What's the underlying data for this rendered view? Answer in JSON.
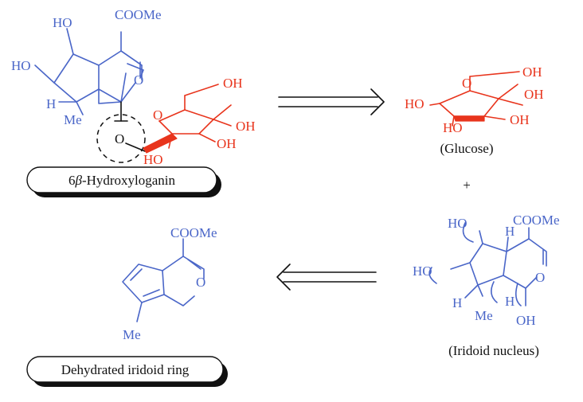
{
  "colors": {
    "iridoid": "#4a66c8",
    "glucose": "#e8341c",
    "ink": "#111111"
  },
  "hydroxyloganin": {
    "label_prefix": "6",
    "label_beta": "β",
    "label_suffix": "-Hydroxyloganin",
    "atoms": {
      "cooMe": "COOMe",
      "ho_top": "HO",
      "ho_left": "HO",
      "h": "H",
      "me": "Me",
      "o_ring": "O",
      "o_link": "O",
      "o_glc_ring": "O",
      "glc_oh_1": "OH",
      "glc_oh_2": "OH",
      "glc_oh_3": "OH",
      "glc_ho": "HO"
    }
  },
  "glucose": {
    "caption": "(Glucose)",
    "atoms": {
      "oh_1": "OH",
      "oh_2": "OH",
      "oh_3": "OH",
      "ho_left": "HO",
      "ho_bottom": "HO",
      "o_ring": "O"
    }
  },
  "plus_sign": "+",
  "iridoid_nucleus": {
    "caption": "(Iridoid nucleus)",
    "atoms": {
      "cooMe": "COOMe",
      "ho_top": "HO",
      "ho_left": "HO",
      "h_top": "H",
      "h_left": "H",
      "h_mid": "H",
      "me": "Me",
      "oh_bottom": "OH",
      "o_ring": "O"
    }
  },
  "dehydrated_ring": {
    "label": "Dehydrated iridoid ring",
    "atoms": {
      "cooMe": "COOMe",
      "me": "Me",
      "o_ring": "O"
    }
  }
}
